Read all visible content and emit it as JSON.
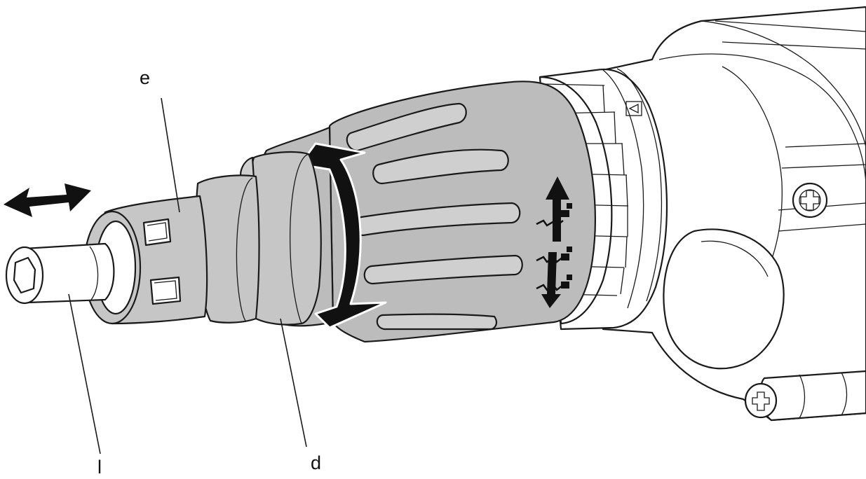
{
  "diagram": {
    "callouts": [
      {
        "key": "e",
        "text": "e"
      },
      {
        "key": "d",
        "text": "d"
      },
      {
        "key": "l",
        "text": "l"
      }
    ],
    "colors": {
      "grip": "#bcbcbc",
      "sleeve": "#c6c6c6",
      "arrow": "#111111",
      "body_outline": "#1a1a1a",
      "background": "#ffffff"
    },
    "icons": [
      "double-horizontal-arrow",
      "rotation-double-arrow",
      "depth-adjust-scale",
      "phillips-screw"
    ]
  }
}
